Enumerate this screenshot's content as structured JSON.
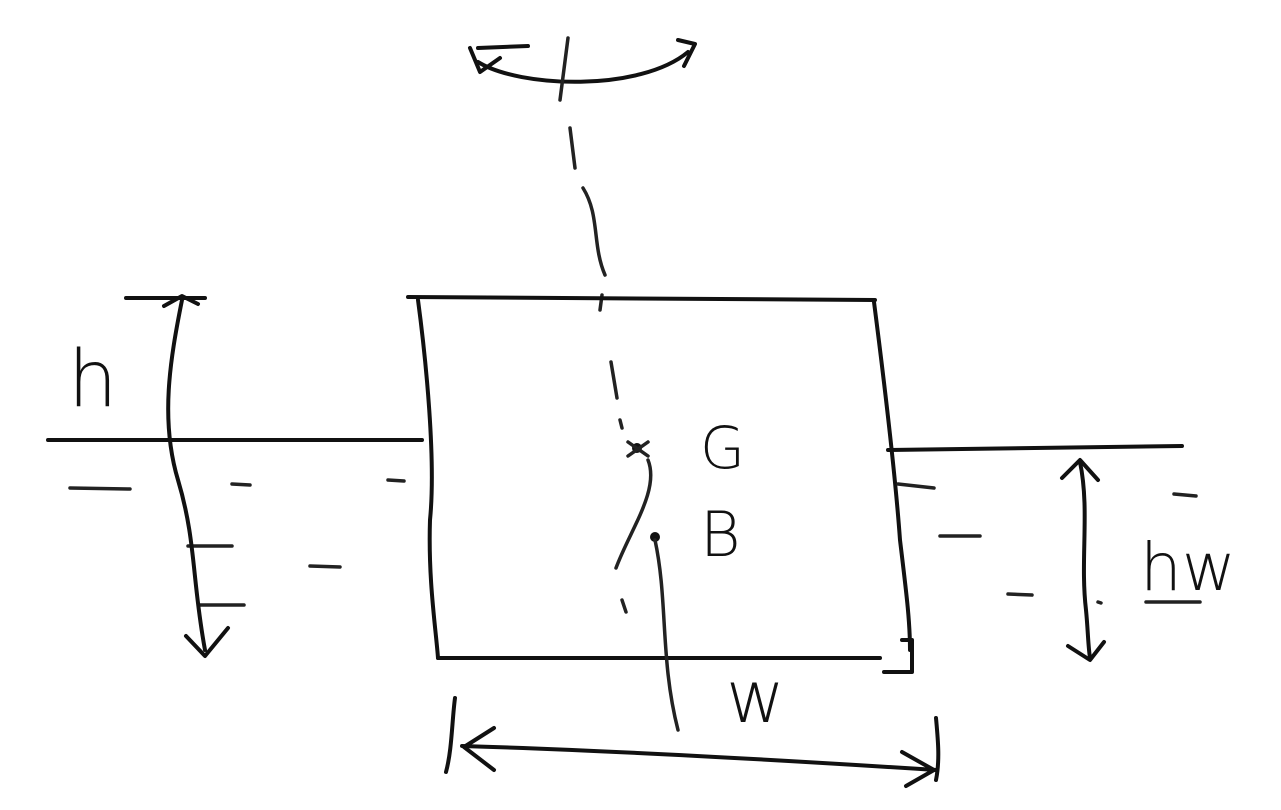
{
  "diagram": {
    "labels": {
      "h": "h",
      "g": "G",
      "b": "B",
      "w": "w",
      "hw": "hw"
    },
    "ink_color": "#111111"
  }
}
